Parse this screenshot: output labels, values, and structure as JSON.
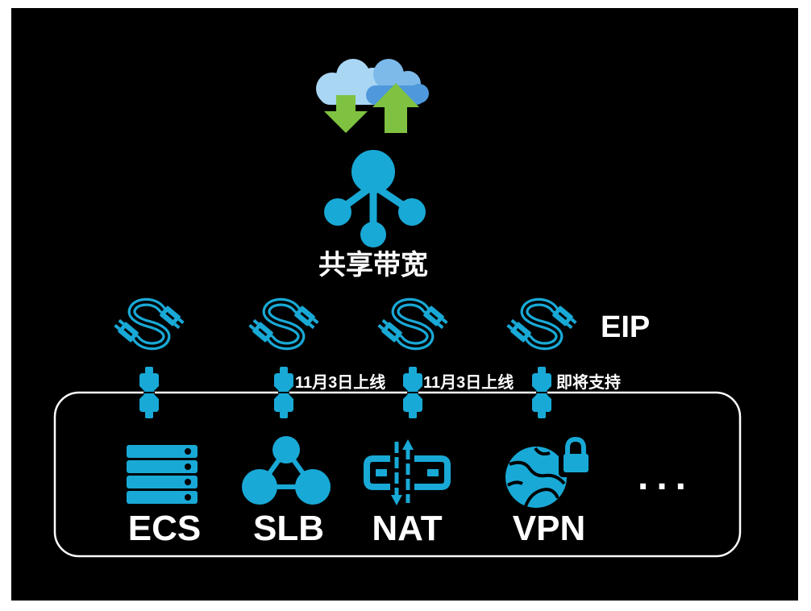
{
  "diagram": {
    "cloud": {
      "icon": "cloud-icon",
      "arrows": [
        "download-arrow-icon",
        "upload-arrow-icon"
      ]
    },
    "shared_bandwidth": {
      "icon": "shared-bandwidth-icon",
      "label": "共享带宽"
    },
    "eip": {
      "icon": "eip-cable-icon",
      "connector_icon": "connector-plug-icon",
      "label": "EIP"
    },
    "products": [
      {
        "name": "ECS",
        "icon": "server-icon"
      },
      {
        "name": "SLB",
        "icon": "load-balancer-icon",
        "status": "11月3日上线"
      },
      {
        "name": "NAT",
        "icon": "nat-gateway-icon",
        "status": "11月3日上线"
      },
      {
        "name": "VPN",
        "icon": "vpn-globe-lock-icon",
        "status": "即将支持"
      }
    ],
    "more_label": "..."
  },
  "colors": {
    "background": "#000000",
    "border": "#ffffff",
    "accent": "#19a9d6",
    "arrow_green": "#7fc241",
    "cloud_light": "#a9d6f3",
    "cloud_mid": "#7db9e9",
    "cloud_dark": "#4f98dc",
    "text": "#ffffff"
  }
}
